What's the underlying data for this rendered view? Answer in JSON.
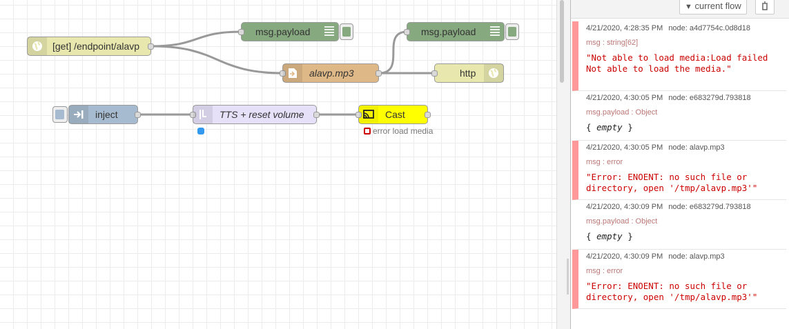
{
  "nodes": {
    "http_in": {
      "label": "[get] /endpoint/alavp",
      "color": "#e7e7ae"
    },
    "debug1": {
      "label": "msg.payload",
      "color": "#87a980"
    },
    "debug2": {
      "label": "msg.payload",
      "color": "#87a980"
    },
    "file_in": {
      "label": "alavp.mp3",
      "color": "#deb887"
    },
    "http_response": {
      "label": "http",
      "color": "#e7e7ae"
    },
    "inject": {
      "label": "inject",
      "color": "#a6bbcf"
    },
    "tts": {
      "label": "TTS + reset volume",
      "color": "#e6e0f8"
    },
    "cast": {
      "label": "Cast",
      "color": "#ffff00",
      "status": "error load media"
    }
  },
  "sidebar": {
    "filter_label": "current flow",
    "messages": [
      {
        "time": "4/21/2020, 4:28:35 PM",
        "node": "node: a4d7754c.0d8d18",
        "type": "msg : string[62]",
        "value": "\"Not able to load media:Load failed Not able to load the media.\"",
        "kind": "error"
      },
      {
        "time": "4/21/2020, 4:30:05 PM",
        "node": "node: e683279d.793818",
        "type": "msg.payload : Object",
        "value": "empty",
        "kind": "object"
      },
      {
        "time": "4/21/2020, 4:30:05 PM",
        "node": "node: alavp.mp3",
        "type": "msg : error",
        "value": "\"Error: ENOENT: no such file or directory, open '/tmp/alavp.mp3'\"",
        "kind": "error"
      },
      {
        "time": "4/21/2020, 4:30:09 PM",
        "node": "node: e683279d.793818",
        "type": "msg.payload : Object",
        "value": "empty",
        "kind": "object"
      },
      {
        "time": "4/21/2020, 4:30:09 PM",
        "node": "node: alavp.mp3",
        "type": "msg : error",
        "value": "\"Error: ENOENT: no such file or directory, open '/tmp/alavp.mp3'\"",
        "kind": "error"
      }
    ]
  }
}
